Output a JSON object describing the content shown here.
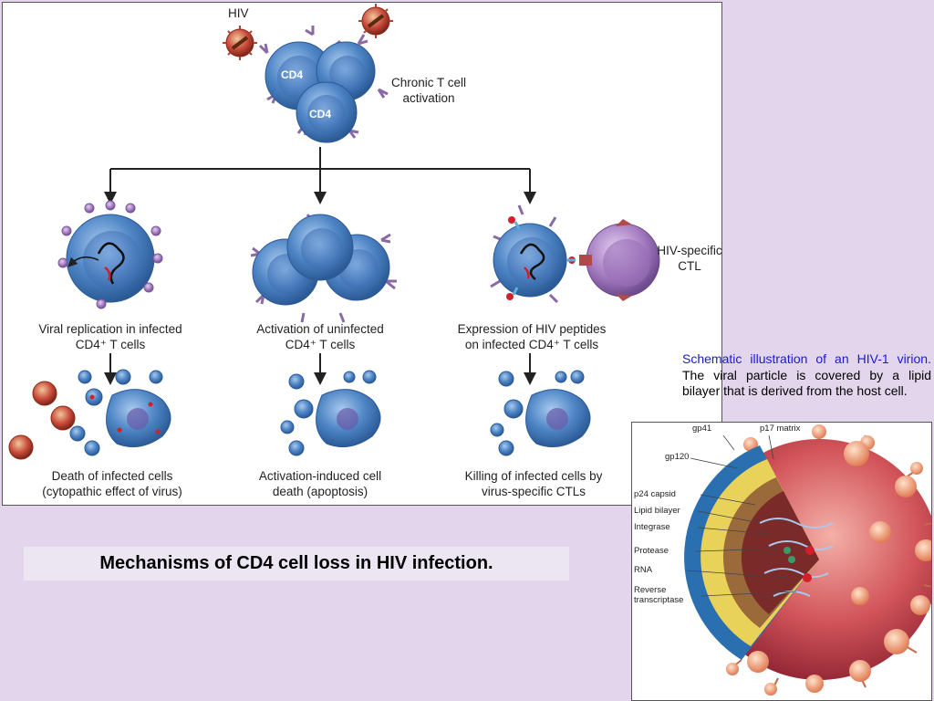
{
  "figure": {
    "top_label_hiv": "HIV",
    "cd4_label_1": "CD4",
    "cd4_label_2": "CD4",
    "chronic_label": "Chronic T cell activation",
    "hiv_ctl_label": "HIV-specific CTL",
    "branches": [
      {
        "mechanism": "Viral replication in infected CD4⁺ T cells",
        "outcome": "Death of infected cells (cytopathic effect of virus)"
      },
      {
        "mechanism": "Activation of uninfected CD4⁺ T cells",
        "outcome": "Activation-induced cell death (apoptosis)"
      },
      {
        "mechanism": "Expression of HIV peptides on infected CD4⁺ T cells",
        "outcome": "Killing of infected cells by virus-specific CTLs"
      }
    ]
  },
  "caption": "Mechanisms of CD4 cell loss in HIV infection.",
  "description": {
    "lead": "Schematic illustration of an HIV-1 virion.",
    "body": " The viral particle is covered by a lipid bilayer that is derived from the host cell."
  },
  "virion_labels": {
    "gp41": "gp41",
    "p17": "p17 matrix",
    "gp120": "gp120",
    "p24": "p24 capsid",
    "lipid": "Lipid bilayer",
    "integrase": "Integrase",
    "protease": "Protease",
    "rna": "RNA",
    "rt": "Reverse transcriptase"
  },
  "colors": {
    "background": "#e3d6ec",
    "cell_blue": "#4f86c6",
    "ctl_purple": "#a57cc1",
    "virus_red": "#c94a3a",
    "link_blue": "#1a1ad0"
  }
}
